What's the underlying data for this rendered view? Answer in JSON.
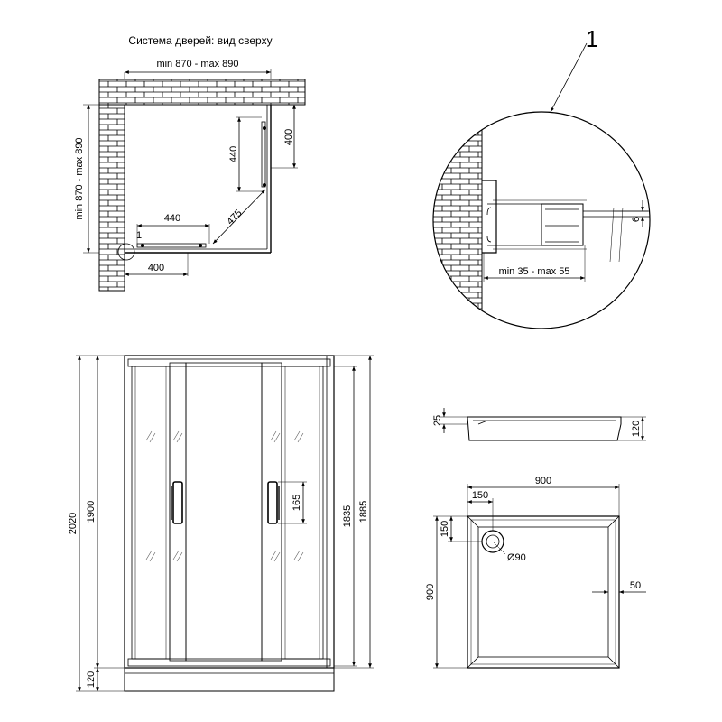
{
  "title": "Система дверей: вид сверху",
  "top_view": {
    "width_range": "min 870 - max 890",
    "depth_range": "min 870 - max 890",
    "door_h": "440",
    "door_v": "440",
    "fixed_v": "400",
    "fixed_h": "400",
    "diagonal": "475",
    "callout": "1"
  },
  "detail": {
    "label": "1",
    "profile_range": "min 35 - max 55",
    "glass": "6"
  },
  "front_view": {
    "total_height": "2020",
    "door_height": "1900",
    "base": "120",
    "inner_height": "1835",
    "outer_height": "1885",
    "handle": "165"
  },
  "tray_side": {
    "depth": "25",
    "height": "120"
  },
  "tray_top": {
    "width": "900",
    "depth": "900",
    "drain_offset_x": "150",
    "drain_offset_y": "150",
    "drain_diameter": "Ø90",
    "rim": "50"
  }
}
